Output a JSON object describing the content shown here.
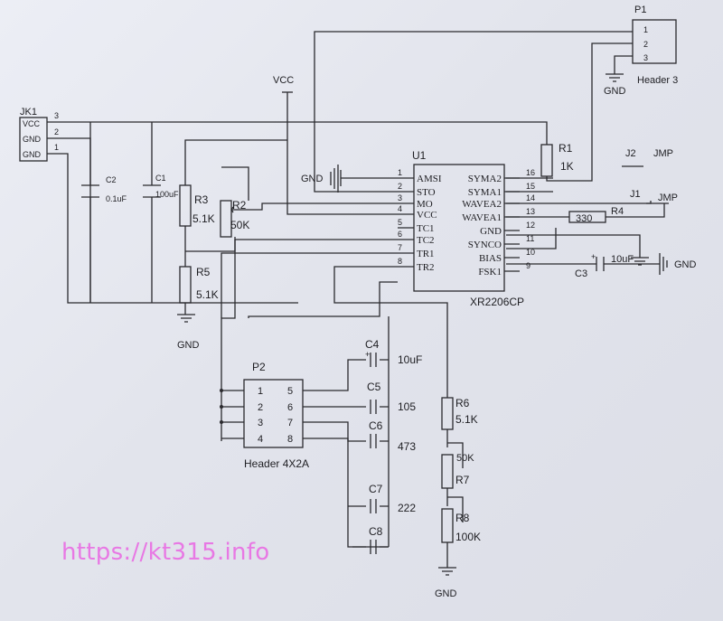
{
  "connectors": {
    "jk1": {
      "ref": "JK1",
      "pins": [
        {
          "num": "3",
          "label": "VCC"
        },
        {
          "num": "2",
          "label": "GND"
        },
        {
          "num": "1",
          "label": "GND"
        }
      ]
    },
    "p1": {
      "ref": "P1",
      "type": "Header 3",
      "pins": [
        "1",
        "2",
        "3"
      ]
    },
    "p2": {
      "ref": "P2",
      "type": "Header 4X2A",
      "pins": [
        "1",
        "2",
        "3",
        "4",
        "5",
        "6",
        "7",
        "8"
      ]
    },
    "j1": {
      "ref": "J1",
      "label": "JMP"
    },
    "j2": {
      "ref": "J2",
      "label": "JMP"
    }
  },
  "power": {
    "vcc": "VCC",
    "gnd": "GND"
  },
  "ic": {
    "ref": "U1",
    "part": "XR2206CP",
    "left_pins": [
      {
        "num": "1",
        "name": "AMSI"
      },
      {
        "num": "2",
        "name": "STO"
      },
      {
        "num": "3",
        "name": "MO"
      },
      {
        "num": "4",
        "name": "VCC"
      },
      {
        "num": "5",
        "name": "TC1"
      },
      {
        "num": "6",
        "name": "TC2"
      },
      {
        "num": "7",
        "name": "TR1"
      },
      {
        "num": "8",
        "name": "TR2"
      }
    ],
    "right_pins": [
      {
        "num": "16",
        "name": "SYMA2"
      },
      {
        "num": "15",
        "name": "SYMA1"
      },
      {
        "num": "14",
        "name": "WAVEA2"
      },
      {
        "num": "13",
        "name": "WAVEA1"
      },
      {
        "num": "12",
        "name": "GND"
      },
      {
        "num": "11",
        "name": "SYNCO"
      },
      {
        "num": "10",
        "name": "BIAS"
      },
      {
        "num": "9",
        "name": "FSK1"
      }
    ]
  },
  "resistors": [
    {
      "ref": "R1",
      "value": "1K"
    },
    {
      "ref": "R2",
      "value": "50K"
    },
    {
      "ref": "R3",
      "value": "5.1K"
    },
    {
      "ref": "R4",
      "value": "330"
    },
    {
      "ref": "R5",
      "value": "5.1K"
    },
    {
      "ref": "R6",
      "value": "5.1K"
    },
    {
      "ref": "R7",
      "value": "50K"
    },
    {
      "ref": "R8",
      "value": "100K"
    }
  ],
  "capacitors": [
    {
      "ref": "C1",
      "value": "100uF"
    },
    {
      "ref": "C2",
      "value": "0.1uF"
    },
    {
      "ref": "C3",
      "value": "10uF"
    },
    {
      "ref": "C4",
      "value": "10uF"
    },
    {
      "ref": "C5",
      "value": "105"
    },
    {
      "ref": "C6",
      "value": "473"
    },
    {
      "ref": "C7",
      "value": "222"
    },
    {
      "ref": "C8",
      "value": ""
    }
  ],
  "watermark": "https://kt315.info"
}
